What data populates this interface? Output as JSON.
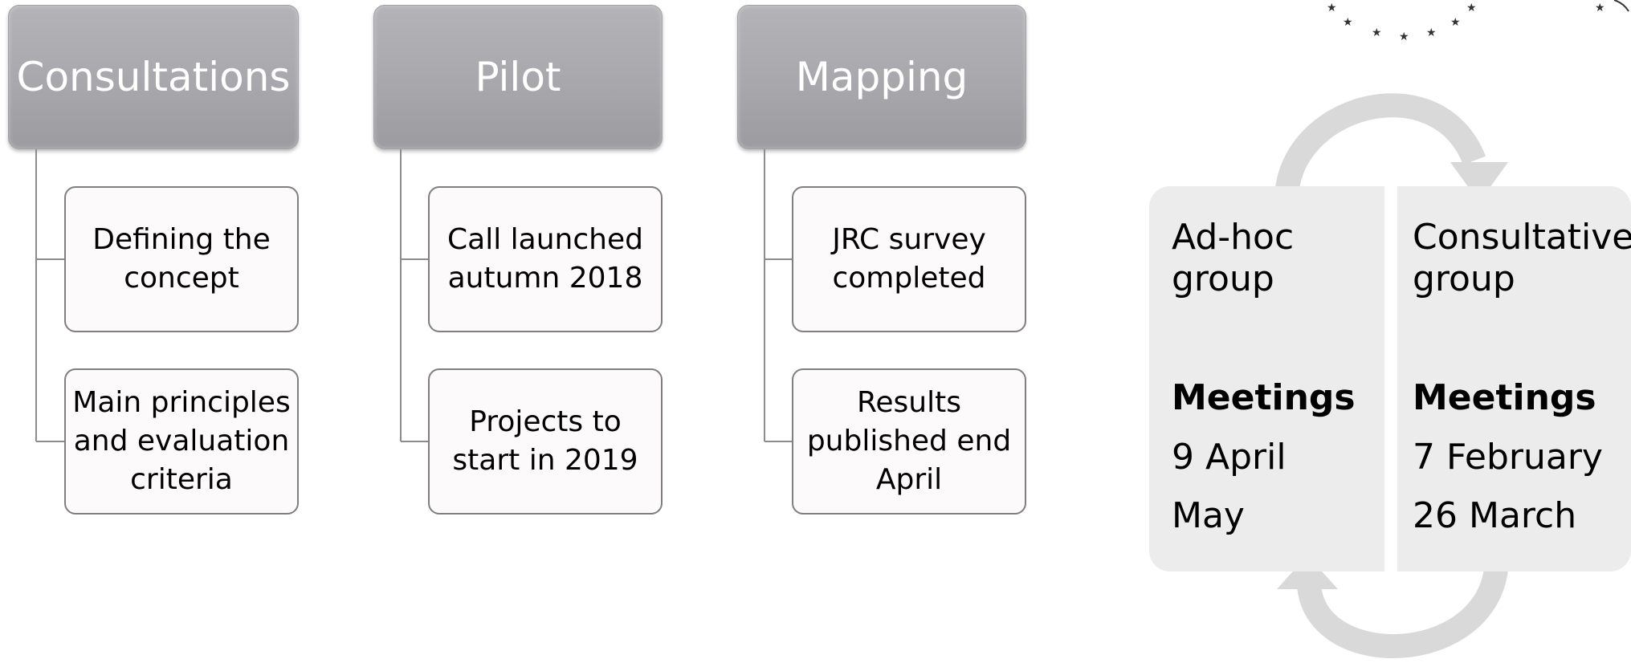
{
  "columns": [
    {
      "header": "Consultations",
      "items": [
        {
          "lines": [
            "Defining the",
            "concept"
          ]
        },
        {
          "lines": [
            "Main principles",
            "and evaluation",
            "criteria"
          ]
        }
      ]
    },
    {
      "header": "Pilot",
      "items": [
        {
          "lines": [
            "Call launched",
            "autumn 2018"
          ]
        },
        {
          "lines": [
            "Projects to",
            "start in 2019"
          ]
        }
      ]
    },
    {
      "header": "Mapping",
      "items": [
        {
          "lines": [
            "JRC survey",
            "completed"
          ]
        },
        {
          "lines": [
            "Results",
            "published end",
            "April"
          ]
        }
      ]
    }
  ],
  "cycle": {
    "left": {
      "title_lines": [
        "Ad-hoc",
        "group"
      ],
      "meetings_label": "Meetings",
      "dates": [
        "9 April",
        "May"
      ]
    },
    "right": {
      "title_lines": [
        "Consultative",
        "group"
      ],
      "meetings_label": "Meetings",
      "dates": [
        "7 February",
        "26 March"
      ]
    }
  },
  "colors": {
    "header_fill": "#a8a8ac",
    "box_border": "#7f7f7f",
    "box_fill": "#fdfafc",
    "panel_fill": "#ececec",
    "arrow_fill": "#d9d9d9"
  }
}
